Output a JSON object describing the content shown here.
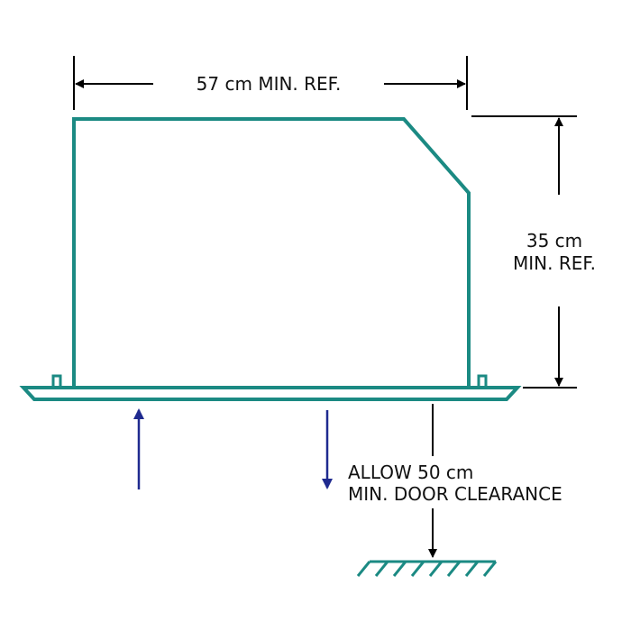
{
  "colors": {
    "outline": "#1b8a83",
    "dimension": "#000000",
    "airflow": "#1f2a8f",
    "text": "#111111"
  },
  "dimensions": {
    "width": {
      "value": 57,
      "unit": "cm",
      "label": "57 cm MIN. REF."
    },
    "height": {
      "value": 35,
      "unit": "cm",
      "label_line1": "35 cm",
      "label_line2": "MIN. REF."
    },
    "door_clearance": {
      "value": 50,
      "unit": "cm",
      "label_line1": "ALLOW 50 cm",
      "label_line2": "MIN. DOOR CLEARANCE"
    }
  },
  "airflow": [
    {
      "direction": "up"
    },
    {
      "direction": "down"
    }
  ],
  "icons": [
    "floor-hatch-icon",
    "arrow-icon"
  ]
}
